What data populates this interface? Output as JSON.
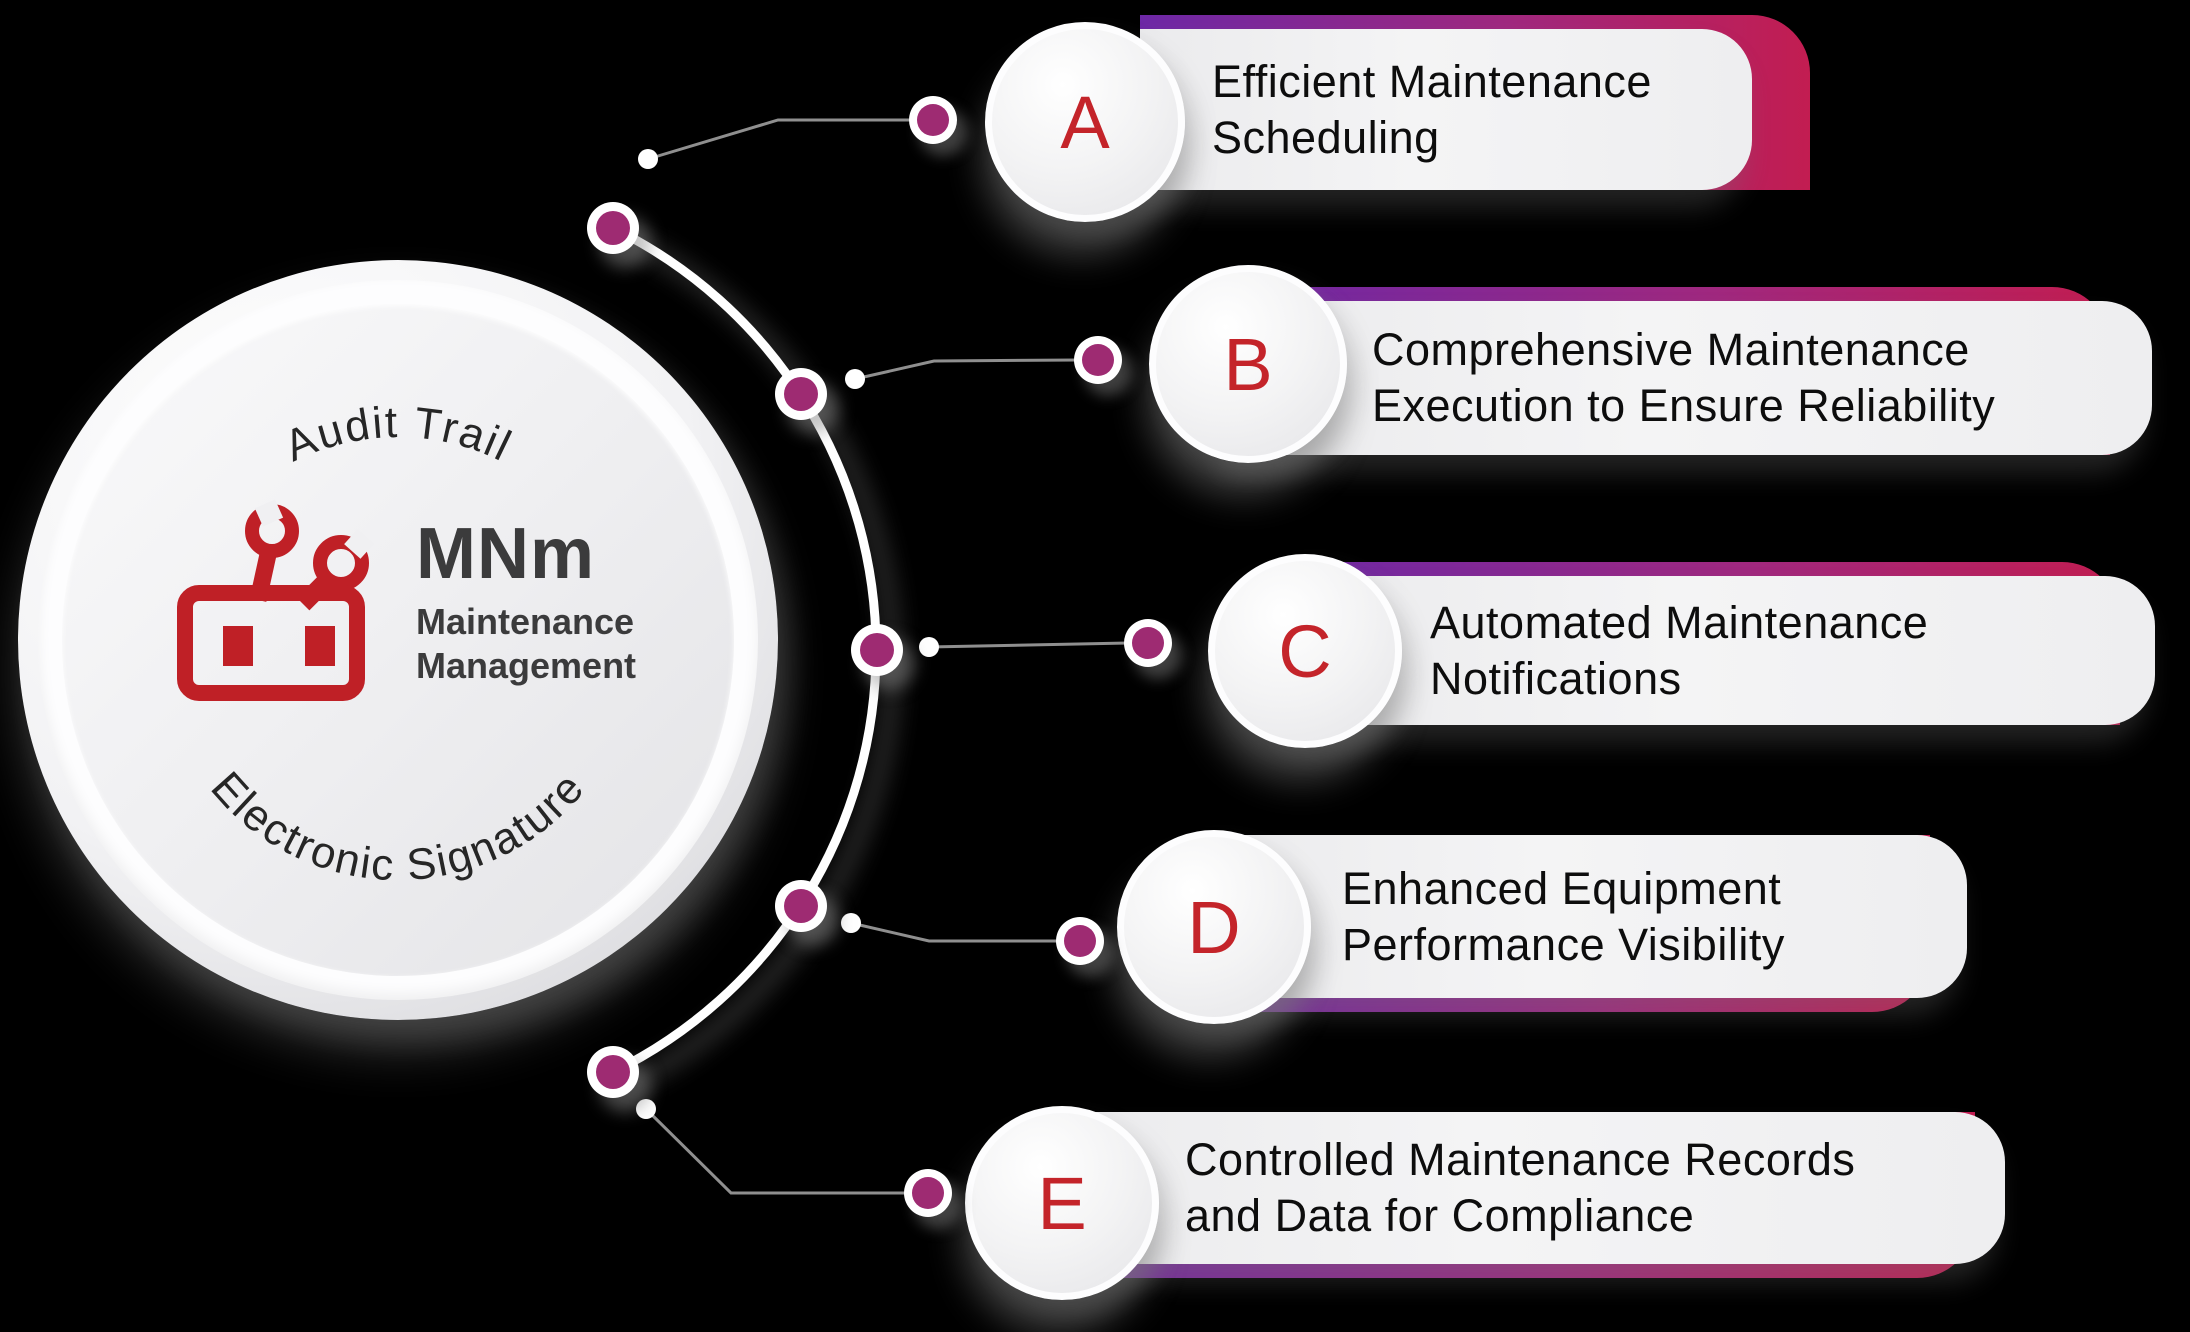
{
  "diagram": {
    "center": {
      "top_label": "Audit Trail",
      "bottom_label": "Electronic Signature",
      "acronym": "MNm",
      "subtitle_line1": "Maintenance",
      "subtitle_line2": "Management"
    },
    "items": [
      {
        "letter": "A",
        "line1": "Efficient Maintenance",
        "line2": "Scheduling"
      },
      {
        "letter": "B",
        "line1": "Comprehensive Maintenance",
        "line2": "Execution to Ensure Reliability"
      },
      {
        "letter": "C",
        "line1": "Automated Maintenance",
        "line2": "Notifications"
      },
      {
        "letter": "D",
        "line1": "Enhanced Equipment",
        "line2": "Performance Visibility"
      },
      {
        "letter": "E",
        "line1": "Controlled Maintenance Records",
        "line2": "and Data for Compliance"
      }
    ],
    "colors": {
      "background": "#000000",
      "bar_gradient_start_purple": "#6d28a6",
      "bar_gradient_mid_magenta": "#a0287f",
      "bar_gradient_end_crimson": "#c21d51",
      "dot_magenta": "#9e2b72",
      "letter_red": "#c4242a",
      "icon_red": "#bf2026",
      "text_dark": "#0d0d0d"
    }
  }
}
